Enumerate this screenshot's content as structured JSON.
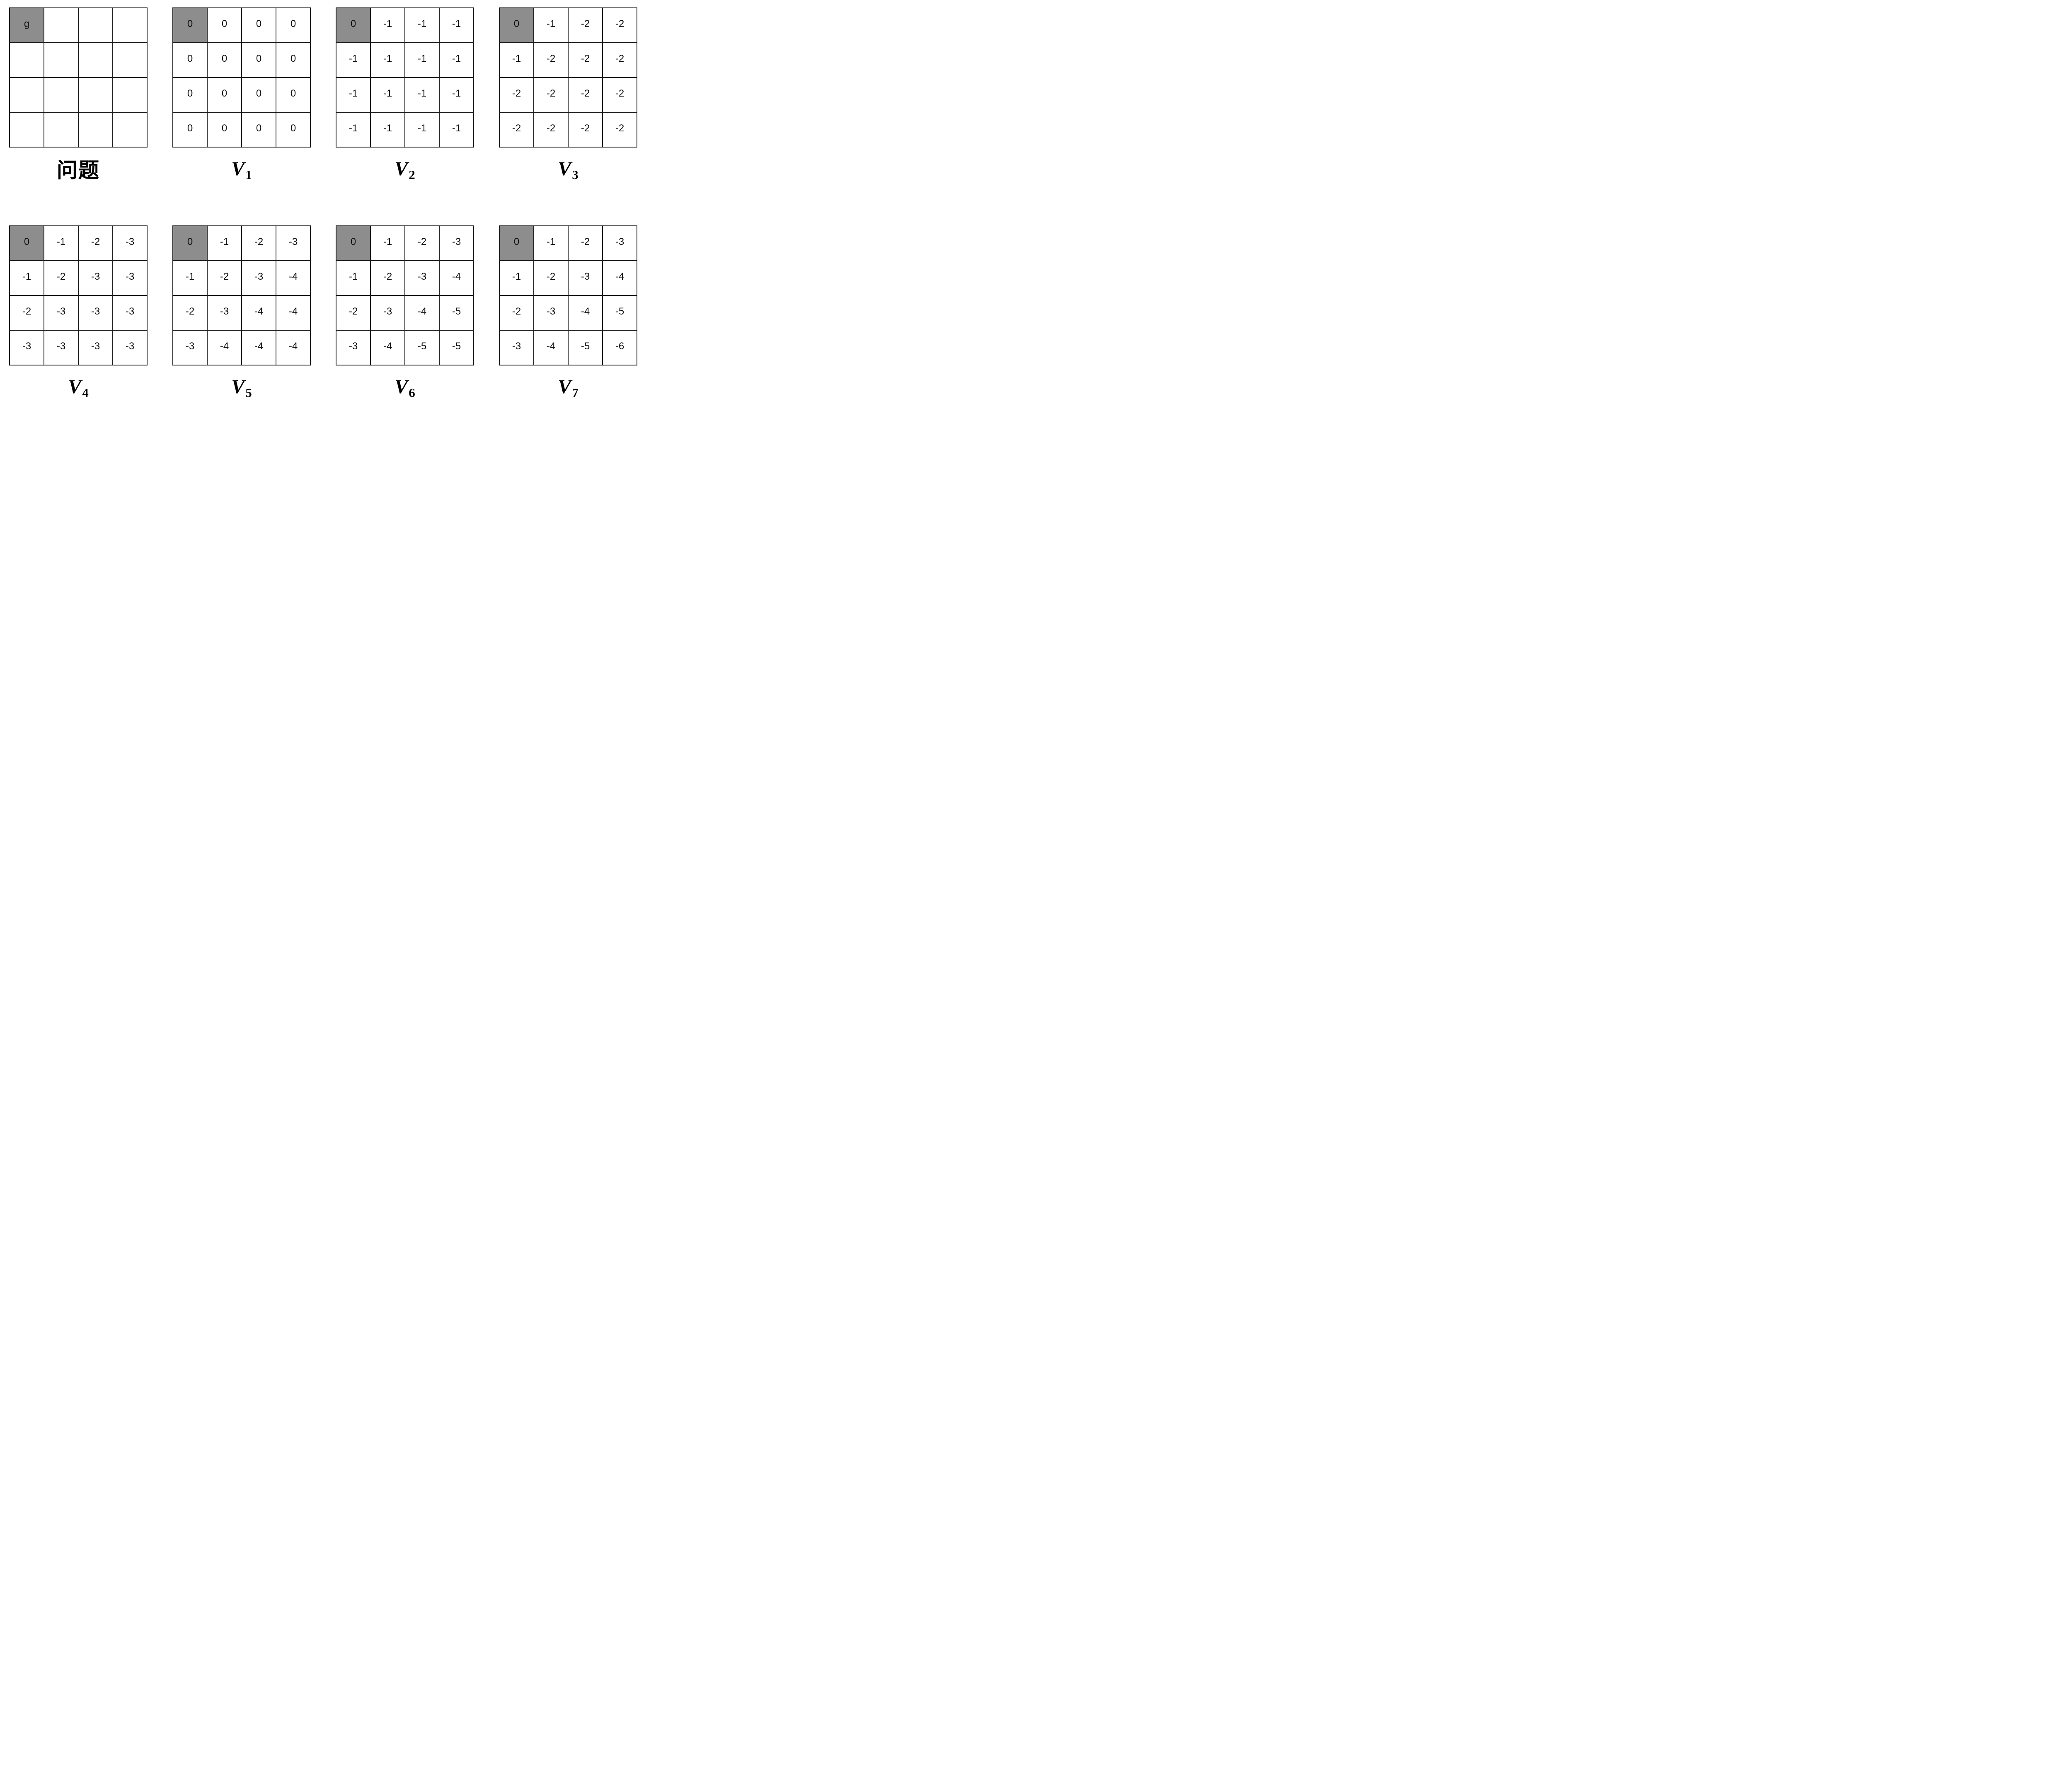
{
  "figure": {
    "background": "#ffffff",
    "colors": {
      "grid_line": "#1a1a1a",
      "cell_background": "#ffffff",
      "goal_cell_background": "#8d8d8d",
      "text_color": "#111111"
    },
    "rows": [
      [
        "problem",
        "v1",
        "v2",
        "v3"
      ],
      [
        "v4",
        "v5",
        "v6",
        "v7"
      ]
    ],
    "panels": [
      {
        "id": "problem",
        "label_main": "问题",
        "label_sub": "",
        "label_kind": "cjk",
        "goal_cell": [
          0,
          0
        ],
        "cells": [
          [
            "g",
            "",
            "",
            ""
          ],
          [
            "",
            "",
            "",
            ""
          ],
          [
            "",
            "",
            "",
            ""
          ],
          [
            "",
            "",
            "",
            ""
          ]
        ]
      },
      {
        "id": "v1",
        "label_main": "V",
        "label_sub": "1",
        "label_kind": "math",
        "goal_cell": [
          0,
          0
        ],
        "cells": [
          [
            "0",
            "0",
            "0",
            "0"
          ],
          [
            "0",
            "0",
            "0",
            "0"
          ],
          [
            "0",
            "0",
            "0",
            "0"
          ],
          [
            "0",
            "0",
            "0",
            "0"
          ]
        ]
      },
      {
        "id": "v2",
        "label_main": "V",
        "label_sub": "2",
        "label_kind": "math",
        "goal_cell": [
          0,
          0
        ],
        "cells": [
          [
            "0",
            "-1",
            "-1",
            "-1"
          ],
          [
            "-1",
            "-1",
            "-1",
            "-1"
          ],
          [
            "-1",
            "-1",
            "-1",
            "-1"
          ],
          [
            "-1",
            "-1",
            "-1",
            "-1"
          ]
        ]
      },
      {
        "id": "v3",
        "label_main": "V",
        "label_sub": "3",
        "label_kind": "math",
        "goal_cell": [
          0,
          0
        ],
        "cells": [
          [
            "0",
            "-1",
            "-2",
            "-2"
          ],
          [
            "-1",
            "-2",
            "-2",
            "-2"
          ],
          [
            "-2",
            "-2",
            "-2",
            "-2"
          ],
          [
            "-2",
            "-2",
            "-2",
            "-2"
          ]
        ]
      },
      {
        "id": "v4",
        "label_main": "V",
        "label_sub": "4",
        "label_kind": "math",
        "goal_cell": [
          0,
          0
        ],
        "cells": [
          [
            "0",
            "-1",
            "-2",
            "-3"
          ],
          [
            "-1",
            "-2",
            "-3",
            "-3"
          ],
          [
            "-2",
            "-3",
            "-3",
            "-3"
          ],
          [
            "-3",
            "-3",
            "-3",
            "-3"
          ]
        ]
      },
      {
        "id": "v5",
        "label_main": "V",
        "label_sub": "5",
        "label_kind": "math",
        "goal_cell": [
          0,
          0
        ],
        "cells": [
          [
            "0",
            "-1",
            "-2",
            "-3"
          ],
          [
            "-1",
            "-2",
            "-3",
            "-4"
          ],
          [
            "-2",
            "-3",
            "-4",
            "-4"
          ],
          [
            "-3",
            "-4",
            "-4",
            "-4"
          ]
        ]
      },
      {
        "id": "v6",
        "label_main": "V",
        "label_sub": "6",
        "label_kind": "math",
        "goal_cell": [
          0,
          0
        ],
        "cells": [
          [
            "0",
            "-1",
            "-2",
            "-3"
          ],
          [
            "-1",
            "-2",
            "-3",
            "-4"
          ],
          [
            "-2",
            "-3",
            "-4",
            "-5"
          ],
          [
            "-3",
            "-4",
            "-5",
            "-5"
          ]
        ]
      },
      {
        "id": "v7",
        "label_main": "V",
        "label_sub": "7",
        "label_kind": "math",
        "goal_cell": [
          0,
          0
        ],
        "cells": [
          [
            "0",
            "-1",
            "-2",
            "-3"
          ],
          [
            "-1",
            "-2",
            "-3",
            "-4"
          ],
          [
            "-2",
            "-3",
            "-4",
            "-5"
          ],
          [
            "-3",
            "-4",
            "-5",
            "-6"
          ]
        ]
      }
    ]
  }
}
